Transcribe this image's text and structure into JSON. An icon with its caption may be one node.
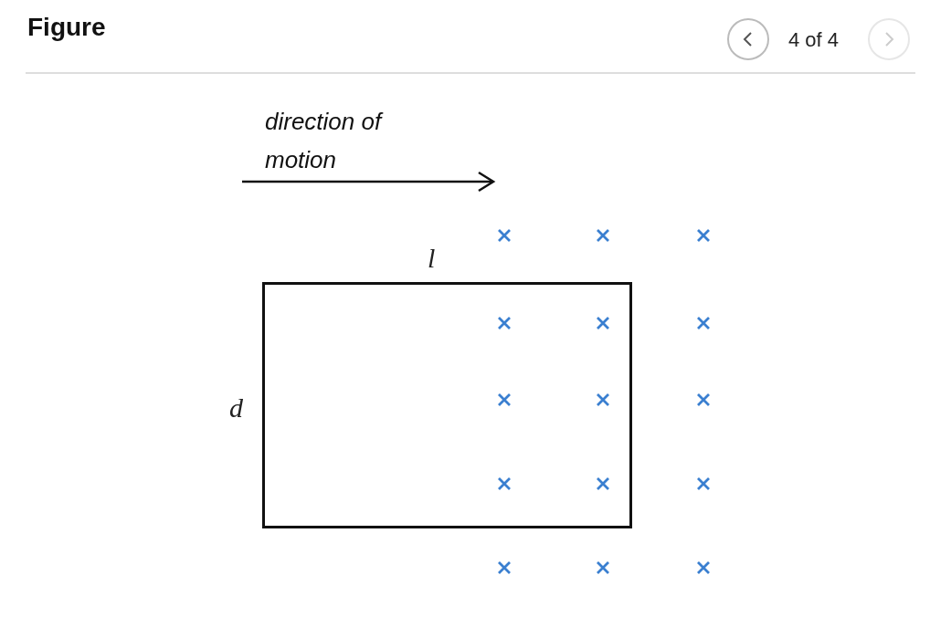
{
  "diagram": {
    "title": "Figure",
    "nodes": [
      {
        "text": [],
        "shape": "box",
        "beside": [
          "l",
          "d"
        ]
      }
    ],
    "edges": [],
    "labels": [
      "4 of 4",
      "direction of motion"
    ]
  }
}
